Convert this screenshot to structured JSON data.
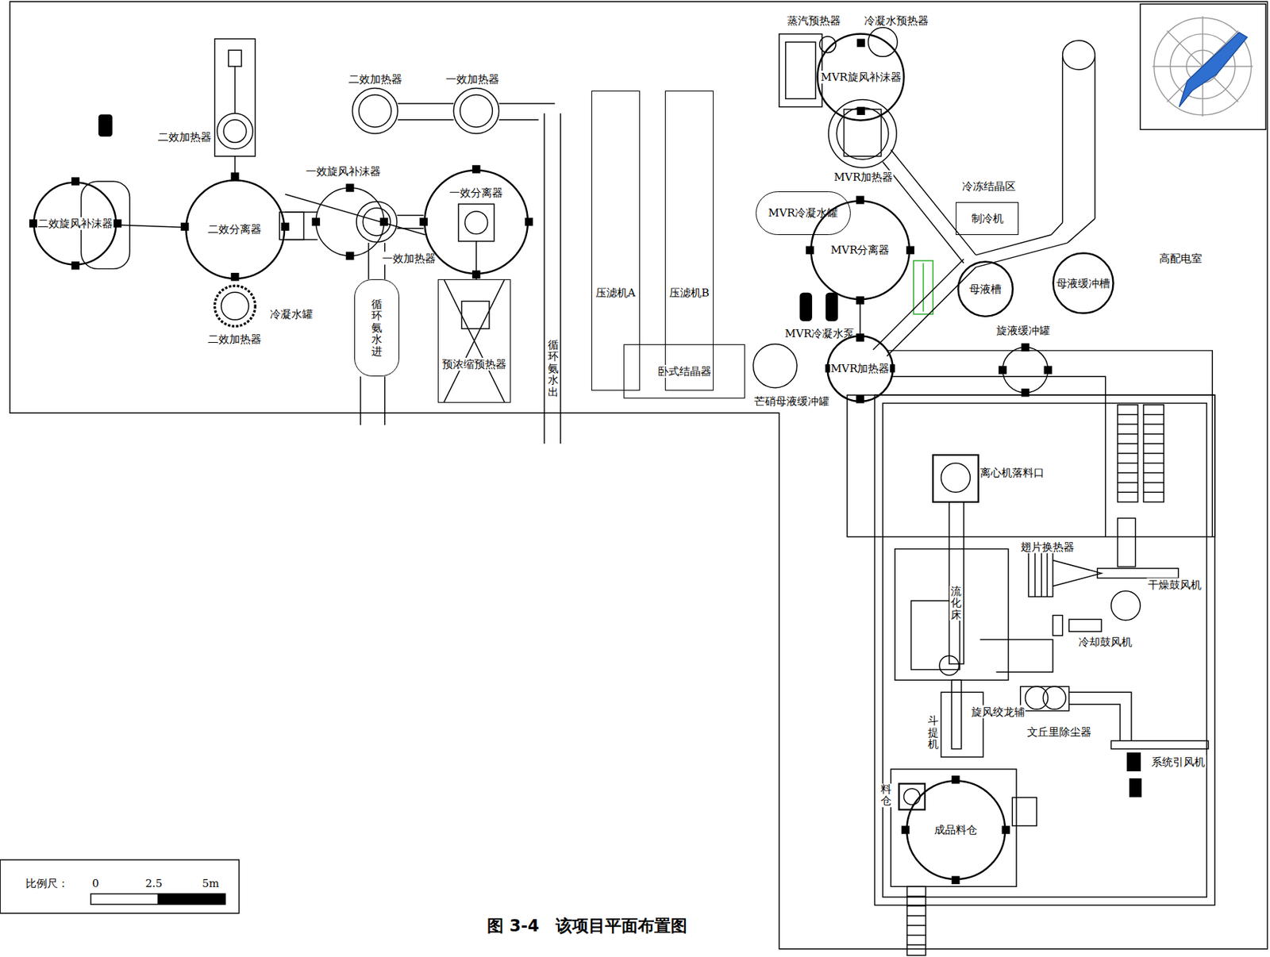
{
  "diagram": {
    "caption": "图 3-4　该项目平面布置图",
    "nodes": [
      {
        "text": [
          "二效旋风补沫器"
        ]
      },
      {
        "text": [
          "二效分离器"
        ]
      },
      {
        "text": [
          "一效分离器"
        ]
      },
      {
        "text": [
          "循环氨水进"
        ]
      },
      {
        "text": [
          "预浓缩预热器"
        ]
      },
      {
        "text": [
          "压滤机A"
        ]
      },
      {
        "text": [
          "压滤机B"
        ]
      },
      {
        "text": [
          "卧式结晶器"
        ]
      },
      {
        "text": [
          "MVR旋风补沫器"
        ]
      },
      {
        "text": [
          "MVR冷凝水罐"
        ]
      },
      {
        "text": [
          "MVR分离器"
        ]
      },
      {
        "text": [
          "MVR加热器"
        ]
      },
      {
        "text": [
          "制冷机"
        ]
      },
      {
        "text": [
          "母液槽"
        ]
      },
      {
        "text": [
          "母液缓冲槽"
        ]
      },
      {
        "text": [
          "成品料仓"
        ]
      }
    ],
    "edges": [
      {
        "from": 0,
        "to": 1,
        "arrow": "none"
      },
      {
        "from": 10,
        "to": 11,
        "arrow": "none"
      }
    ],
    "labels": [
      "二效加热器",
      "冷凝水罐",
      "二效加热器",
      "二效加热器",
      "一效加热器",
      "一效旋风补沫器",
      "一效加热器",
      "循环氨水出",
      "芒硝母液缓冲罐",
      "蒸汽预热器",
      "冷凝水预热器",
      "MVR加热器",
      "MVR冷凝水泵",
      "冷冻结晶区",
      "高配电室",
      "旋液缓冲罐",
      "离心机落料口",
      "翅片换热器",
      "干燥鼓风机",
      "流化床",
      "冷却鼓风机",
      "旋风绞龙辅",
      "文丘里除尘器",
      "斗提机",
      "系统引风机",
      "料仓",
      "比例尺：",
      "0",
      "2.5",
      "5m"
    ]
  }
}
